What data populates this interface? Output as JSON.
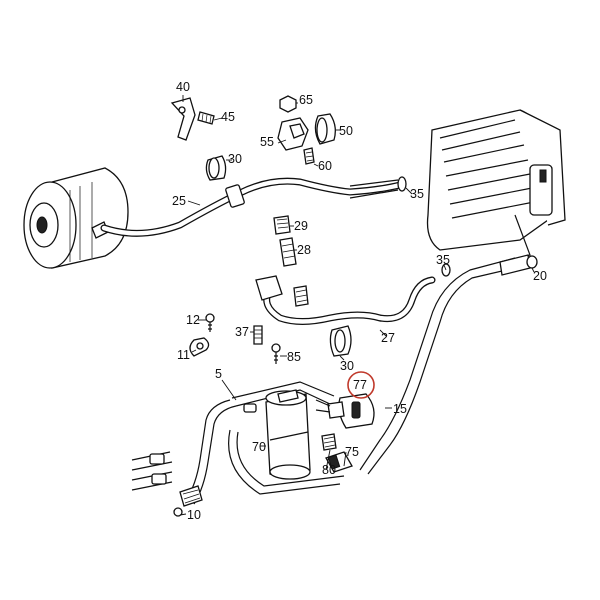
{
  "diagram": {
    "highlight_color": "#c0392b",
    "highlighted_part": "77",
    "callouts": {
      "p40": "40",
      "p45": "45",
      "p65": "65",
      "p55": "55",
      "p50": "50",
      "p30a": "30",
      "p60": "60",
      "p25": "25",
      "p35a": "35",
      "p29": "29",
      "p28": "28",
      "p35b": "35",
      "p20": "20",
      "p12": "12",
      "p37": "37",
      "p11": "11",
      "p85": "85",
      "p27": "27",
      "p30b": "30",
      "p77": "77",
      "p5": "5",
      "p15": "15",
      "p70": "70",
      "p80": "80",
      "p75": "75",
      "p10": "10"
    }
  }
}
